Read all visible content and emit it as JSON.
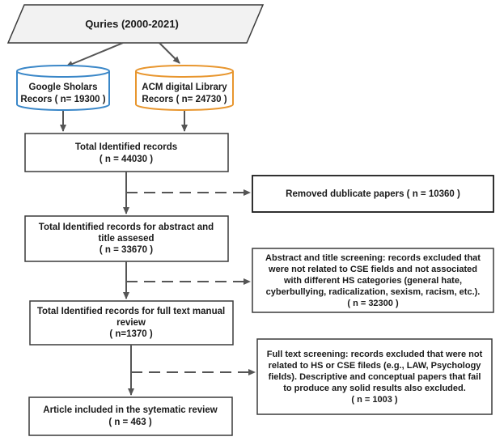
{
  "colors": {
    "stroke": "#3a3a3a",
    "arrow": "#555555",
    "db_google": "#3a87c8",
    "db_acm": "#e8962e",
    "background": "#ffffff",
    "text": "#1a1a1a"
  },
  "query": {
    "label": "Quries (2000-2021)"
  },
  "databases": [
    {
      "line1": "Google Sholars",
      "line2": "Recors ( n= 19300 )"
    },
    {
      "line1": "ACM digital Library",
      "line2": "Recors ( n= 24730 )"
    }
  ],
  "stages": [
    {
      "lines": [
        "Total Identified records",
        "( n = 44030 )"
      ]
    },
    {
      "lines": [
        "Total Identified records for abstract and",
        "title assesed",
        "( n = 33670 )"
      ]
    },
    {
      "lines": [
        "Total Identified records for full text manual",
        "review",
        "( n=1370 )"
      ]
    },
    {
      "lines": [
        "Article included in the  sytematic review",
        "( n = 463 )"
      ]
    }
  ],
  "exclusions": [
    {
      "lines": [
        "Removed dublicate papers ( n = 10360 )"
      ]
    },
    {
      "lines": [
        "Abstract and title screening: records excluded that",
        "were not related to CSE fields and not associated",
        "with different HS categories (general hate,",
        "cyberbullying, radicalization, sexism, racism, etc.).",
        "( n = 32300 )"
      ]
    },
    {
      "lines": [
        "Full text screening: records excluded that were not",
        "related to HS or CSE fileds (e.g., LAW, Psychology",
        "fields).  Descriptive and conceptual papers that fail",
        "to produce any solid results also excluded.",
        "( n = 1003 )"
      ]
    }
  ]
}
